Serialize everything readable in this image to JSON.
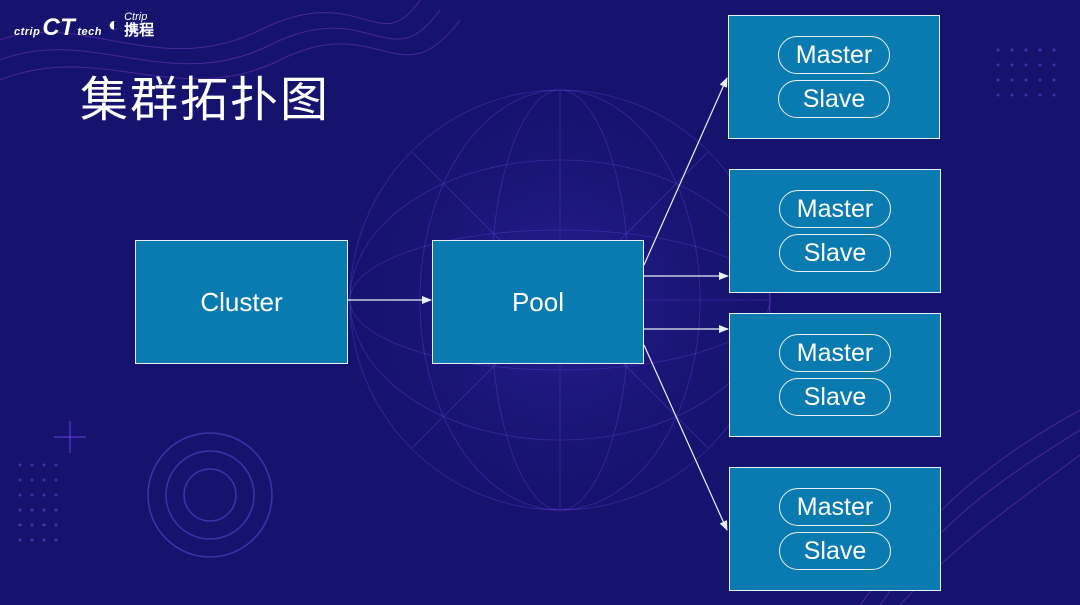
{
  "header": {
    "logo_ctrip_tech": {
      "left": "ctrip",
      "mark": "CT",
      "right": "tech"
    },
    "logo_ctrip": {
      "en": "Ctrip",
      "cn": "携程"
    }
  },
  "slide": {
    "title": "集群拓扑图"
  },
  "nodes": {
    "cluster": "Cluster",
    "pool": "Pool",
    "groups": [
      {
        "master": "Master",
        "slave": "Slave"
      },
      {
        "master": "Master",
        "slave": "Slave"
      },
      {
        "master": "Master",
        "slave": "Slave"
      },
      {
        "master": "Master",
        "slave": "Slave"
      }
    ]
  },
  "colors": {
    "background": "#16136f",
    "node_fill": "#0a7bb0",
    "node_border": "#e8f1f8",
    "accent": "#7b3fe4"
  }
}
